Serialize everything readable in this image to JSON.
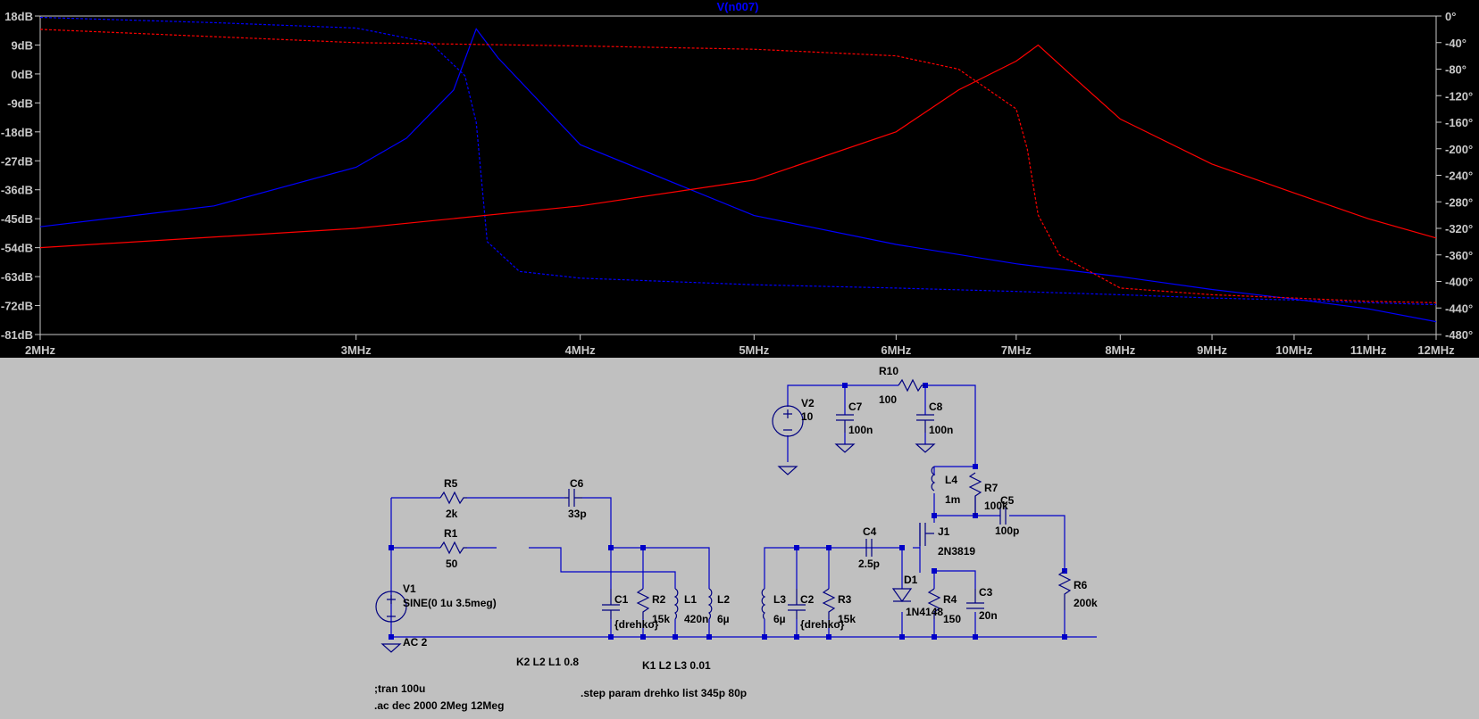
{
  "plot": {
    "title": "V(n007)",
    "y_left_ticks": [
      "18dB",
      "9dB",
      "0dB",
      "-9dB",
      "-18dB",
      "-27dB",
      "-36dB",
      "-45dB",
      "-54dB",
      "-63dB",
      "-72dB",
      "-81dB"
    ],
    "y_right_ticks": [
      "0°",
      "-40°",
      "-80°",
      "-120°",
      "-160°",
      "-200°",
      "-240°",
      "-280°",
      "-320°",
      "-360°",
      "-400°",
      "-440°",
      "-480°"
    ],
    "x_ticks": [
      "2MHz",
      "3MHz",
      "4MHz",
      "5MHz",
      "6MHz",
      "7MHz",
      "8MHz",
      "9MHz",
      "10MHz",
      "11MHz",
      "12MHz"
    ],
    "colors": {
      "background": "#000000",
      "trace_blue": "#0000ff",
      "trace_red": "#ff0000",
      "axis": "#c8c8c8",
      "title": "#0000ff"
    }
  },
  "chart_data": {
    "type": "line",
    "title": "V(n007)",
    "x_scale": "log",
    "xlim_hz": [
      2000000,
      12000000
    ],
    "ylim_db": [
      -81,
      18
    ],
    "ylim_phase_deg": [
      -480,
      0
    ],
    "grid": false,
    "series": [
      {
        "color": "#0000ff",
        "style": "solid",
        "axis": "magnitude_db",
        "x_mhz": [
          2,
          2.5,
          3,
          3.2,
          3.4,
          3.5,
          3.6,
          4,
          5,
          6,
          7,
          8,
          9,
          10,
          11,
          12
        ],
        "y": [
          -47.5,
          -41,
          -29,
          -20,
          -5,
          14,
          5,
          -22,
          -44,
          -53,
          -59,
          -63,
          -67,
          -70,
          -73,
          -77
        ]
      },
      {
        "color": "#0000ff",
        "style": "dashed",
        "axis": "phase_deg",
        "x_mhz": [
          2,
          2.5,
          3,
          3.3,
          3.45,
          3.5,
          3.55,
          3.7,
          4,
          5,
          6,
          7,
          8,
          9,
          10,
          11,
          12
        ],
        "y": [
          -2,
          -10,
          -18,
          -40,
          -90,
          -160,
          -340,
          -385,
          -395,
          -405,
          -410,
          -415,
          -420,
          -425,
          -428,
          -432,
          -435
        ]
      },
      {
        "color": "#ff0000",
        "style": "solid",
        "axis": "magnitude_db",
        "x_mhz": [
          2,
          3,
          4,
          5,
          6,
          6.5,
          7,
          7.2,
          7.5,
          8,
          9,
          10,
          11,
          12
        ],
        "y": [
          -54,
          -48,
          -41,
          -33,
          -18,
          -5,
          4,
          9,
          0,
          -14,
          -28,
          -37,
          -45,
          -51
        ]
      },
      {
        "color": "#ff0000",
        "style": "dashed",
        "axis": "phase_deg",
        "x_mhz": [
          2,
          3,
          4,
          5,
          6,
          6.5,
          7,
          7.1,
          7.2,
          7.4,
          8,
          9,
          10,
          11,
          12
        ],
        "y": [
          -20,
          -40,
          -45,
          -50,
          -60,
          -80,
          -140,
          -200,
          -300,
          -360,
          -410,
          -420,
          -425,
          -430,
          -432
        ]
      }
    ]
  },
  "schematic": {
    "labels": {
      "R5": "R5",
      "R5v": "2k",
      "C6": "C6",
      "C6v": "33p",
      "R1": "R1",
      "R1v": "50",
      "V1": "V1",
      "V1v": "SINE(0 1u 3.5meg)",
      "AC": "AC 2",
      "C1": "C1",
      "C1v": "{drehko}",
      "R2": "R2",
      "R2v": "15k",
      "L1": "L1",
      "L1v": "420n",
      "L2": "L2",
      "L2v": "6µ",
      "L3": "L3",
      "L3v": "6µ",
      "C2": "C2",
      "C2v": "{drehko}",
      "R3": "R3",
      "R3v": "15k",
      "C4": "C4",
      "C4v": "2.5p",
      "D1": "D1",
      "D1v": "1N4148",
      "J1": "J1",
      "J1v": "2N3819",
      "R4": "R4",
      "R4v": "150",
      "C3": "C3",
      "C3v": "20n",
      "R6": "R6",
      "R6v": "200k",
      "L4": "L4",
      "L4v": "1m",
      "R7": "R7",
      "R7v": "100k",
      "C5": "C5",
      "C5v": "100p",
      "V2": "V2",
      "V2v": "10",
      "C7": "C7",
      "C7v": "100n",
      "R10": "R10",
      "R10v": "100",
      "C8": "C8",
      "C8v": "100n"
    },
    "directives": {
      "k2": "K2 L2 L1 0.8",
      "k1": "K1 L2 L3 0.01",
      "tran": ";tran 100u",
      "ac": ".ac dec 2000 2Meg 12Meg",
      "step": ".step param drehko list 345p 80p"
    }
  }
}
